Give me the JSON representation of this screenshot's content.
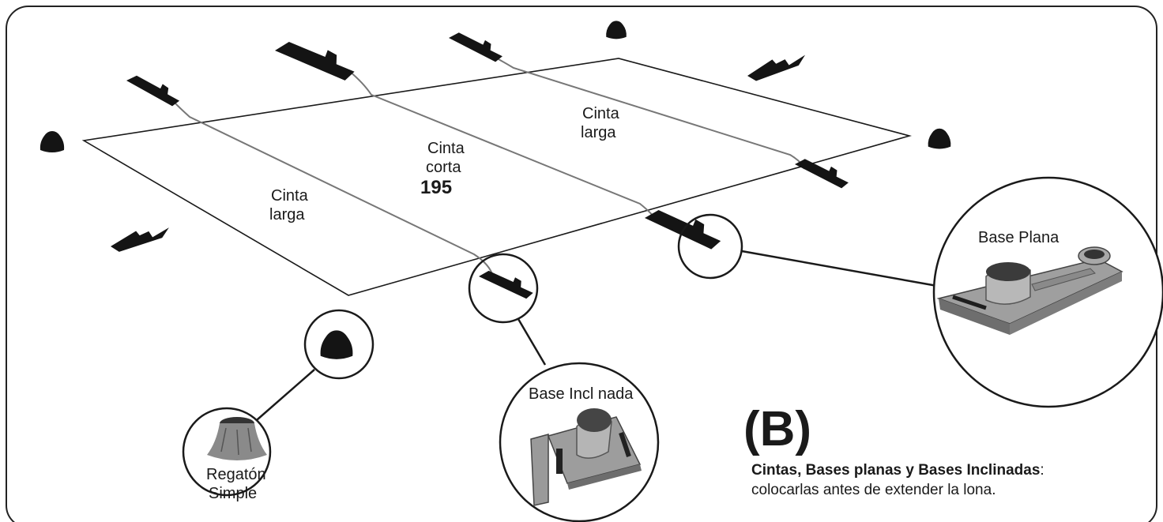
{
  "labels": {
    "strap_long_left": [
      "Cinta",
      "larga"
    ],
    "strap_short": [
      "Cinta",
      "corta"
    ],
    "strap_short_value": "195",
    "strap_long_right": [
      "Cinta",
      "larga"
    ],
    "flat_base": "Base Plana",
    "inclined_base": "Base Incl nada",
    "simple_foot": [
      "Regatón",
      "Simple"
    ]
  },
  "section_label": "(B)",
  "caption": {
    "bold": "Cintas, Bases planas y Bases Inclinadas",
    "colon": ":",
    "line2": "colocarlas antes de extender la lona."
  }
}
